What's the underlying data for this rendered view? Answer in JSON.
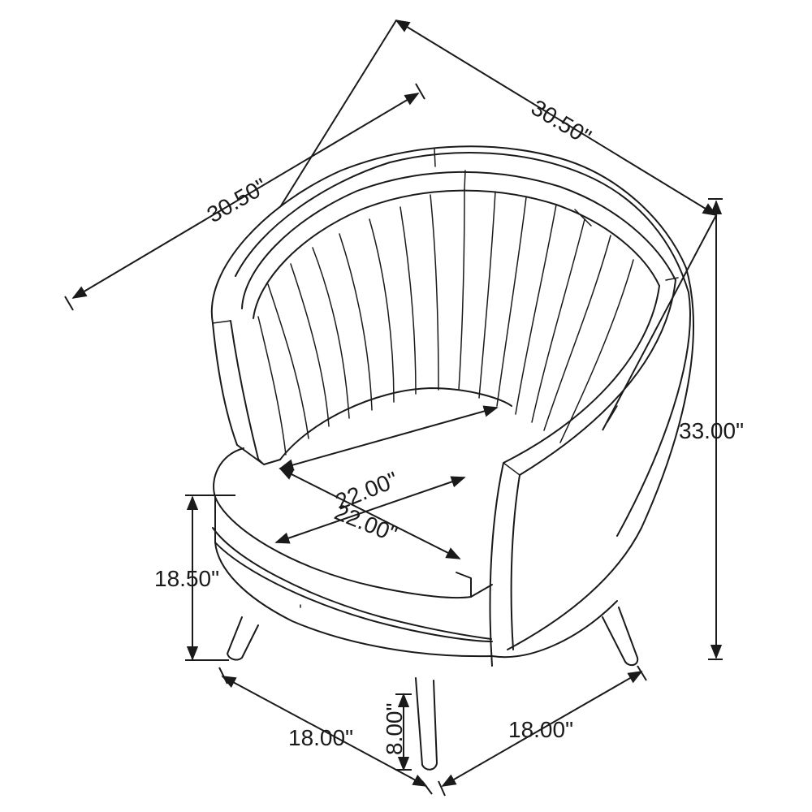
{
  "diagram": {
    "colors": {
      "line": "#1a1a1a",
      "background": "#ffffff"
    },
    "dimensions": {
      "depth_top": "30.50\"",
      "width_top": "30.50\"",
      "height_total": "33.00\"",
      "seat_height": "18.50\"",
      "seat_width": "22.00\"",
      "seat_depth": "22.00\"",
      "leg_height": "8.00\"",
      "base_left": "18.00\"",
      "base_right": "18.00\""
    }
  }
}
